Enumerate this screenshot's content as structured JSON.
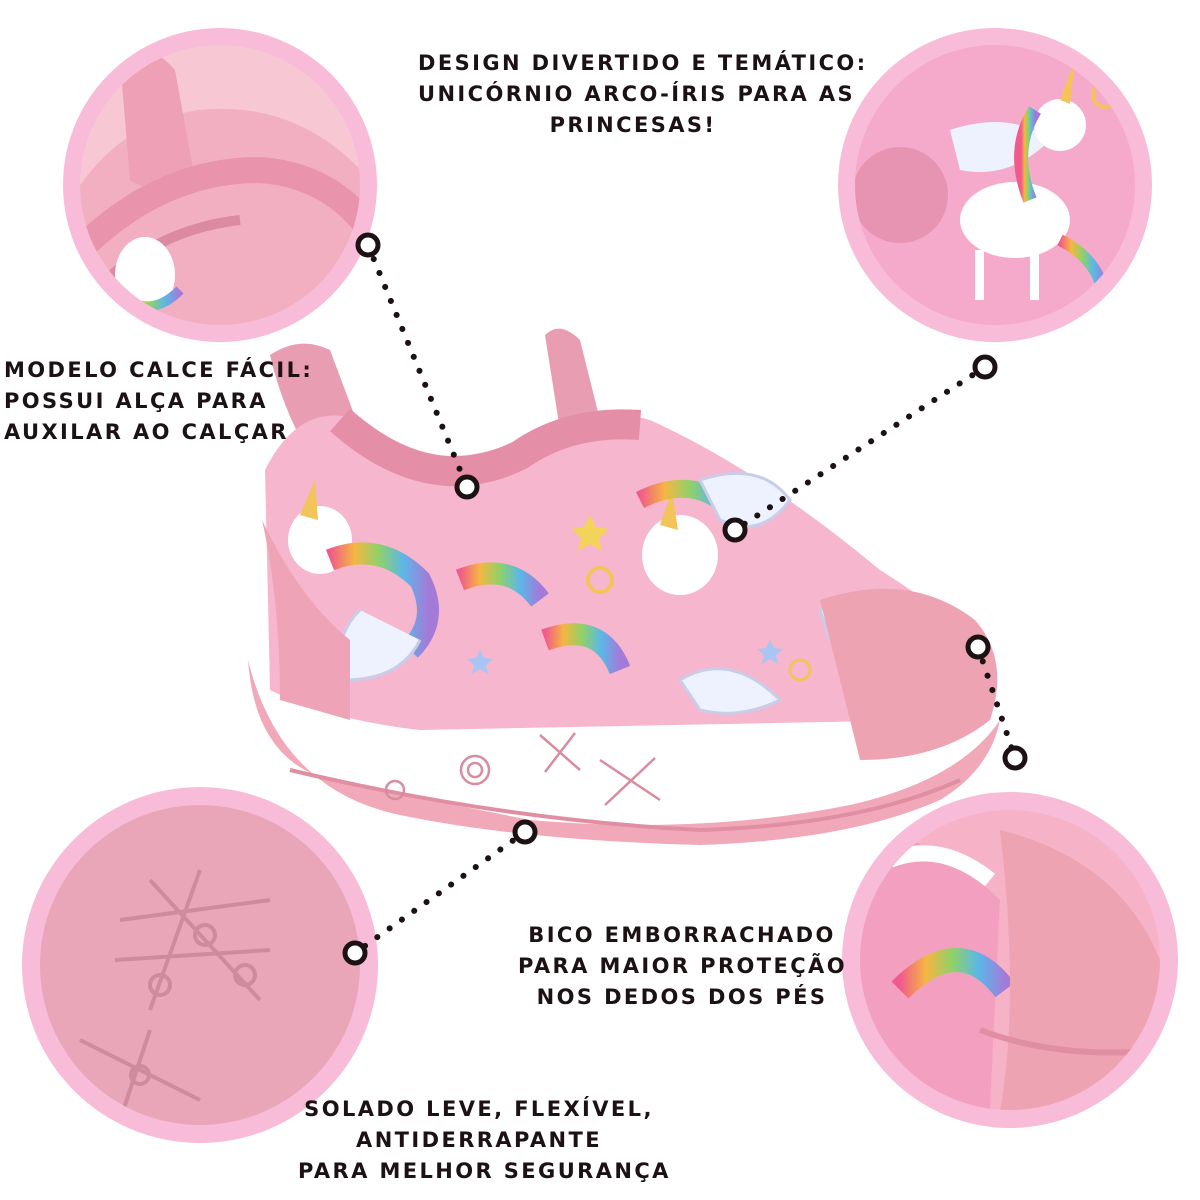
{
  "colors": {
    "ring": "#f8bcd8",
    "shoe_pink": "#f4b8c8",
    "sole_pink": "#f1a9b9",
    "text": "#1c1214",
    "dot": "#1c1214"
  },
  "captions": {
    "design": [
      "DESIGN DIVERTIDO E TEMÁTICO:",
      "UNICÓRNIO ARCO-ÍRIS PARA AS",
      "PRINCESAS!"
    ],
    "calce": [
      "MODELO CALCE FÁCIL:",
      "POSSUI ALÇA PARA",
      "AUXILAR AO CALÇAR"
    ],
    "bico": [
      "BICO EMBORRACHADO",
      "PARA MAIOR PROTEÇÃO",
      "NOS DEDOS DOS PÉS"
    ],
    "solado": [
      "SOLADO LEVE, FLEXÍVEL,",
      "ANTIDERRAPANTE",
      "PARA MELHOR SEGURANÇA"
    ]
  },
  "illustrations": {
    "main": "pink-unicorn-baby-shoe",
    "zoom_heel": "heel-strap-closeup",
    "zoom_unicorn": "unicorn-print-closeup",
    "zoom_sole": "tic-tac-toe-sole-closeup",
    "zoom_toe": "rubber-toe-cap-closeup"
  }
}
